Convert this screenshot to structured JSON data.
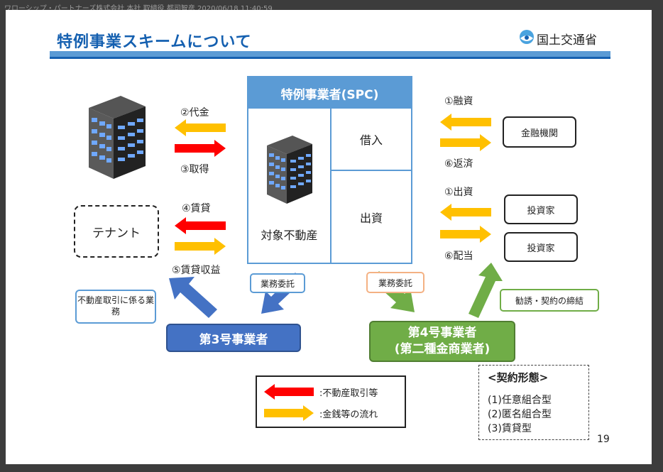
{
  "stamp": "ワローシップ・パートナーズ株式会社 本社 取締役 都司智彦 2020/06/18 11:40:59",
  "title": "特例事業スキームについて",
  "ministry": "国土交通省",
  "spc": {
    "title": "特例事業者(SPC)",
    "asset": "対象不動産",
    "borrowing": "借入",
    "investment": "出資"
  },
  "left": {
    "price": "②代金",
    "acquire": "③取得",
    "lease": "④賃貸",
    "income": "⑤賃貸収益",
    "tenant": "テナント",
    "real_estate_note": "不動産取引に係る業務"
  },
  "right": {
    "financing": "①融資",
    "repay": "⑥返済",
    "bank": "金融機関",
    "equity": "①出資",
    "dividend": "⑥配当",
    "investor1": "投資家",
    "investor2": "投資家",
    "solicit": "勧誘・契約の締結"
  },
  "delegation1": "業務委託",
  "delegation2": "業務委託",
  "operator3": "第3号事業者",
  "operator4_line1": "第4号事業者",
  "operator4_line2": "(第二種金商業者)",
  "legend": {
    "red": ":不動産取引等",
    "yellow": ":金銭等の流れ"
  },
  "contract": {
    "title": "<契約形態>",
    "items": [
      "(1)任意組合型",
      "(2)匿名組合型",
      "(3)賃貸型"
    ]
  },
  "page_number": "19",
  "colors": {
    "red": "#ff0000",
    "yellow": "#ffc000",
    "blue": "#4472c4",
    "green": "#70ad47",
    "title_blue": "#1560b0"
  }
}
